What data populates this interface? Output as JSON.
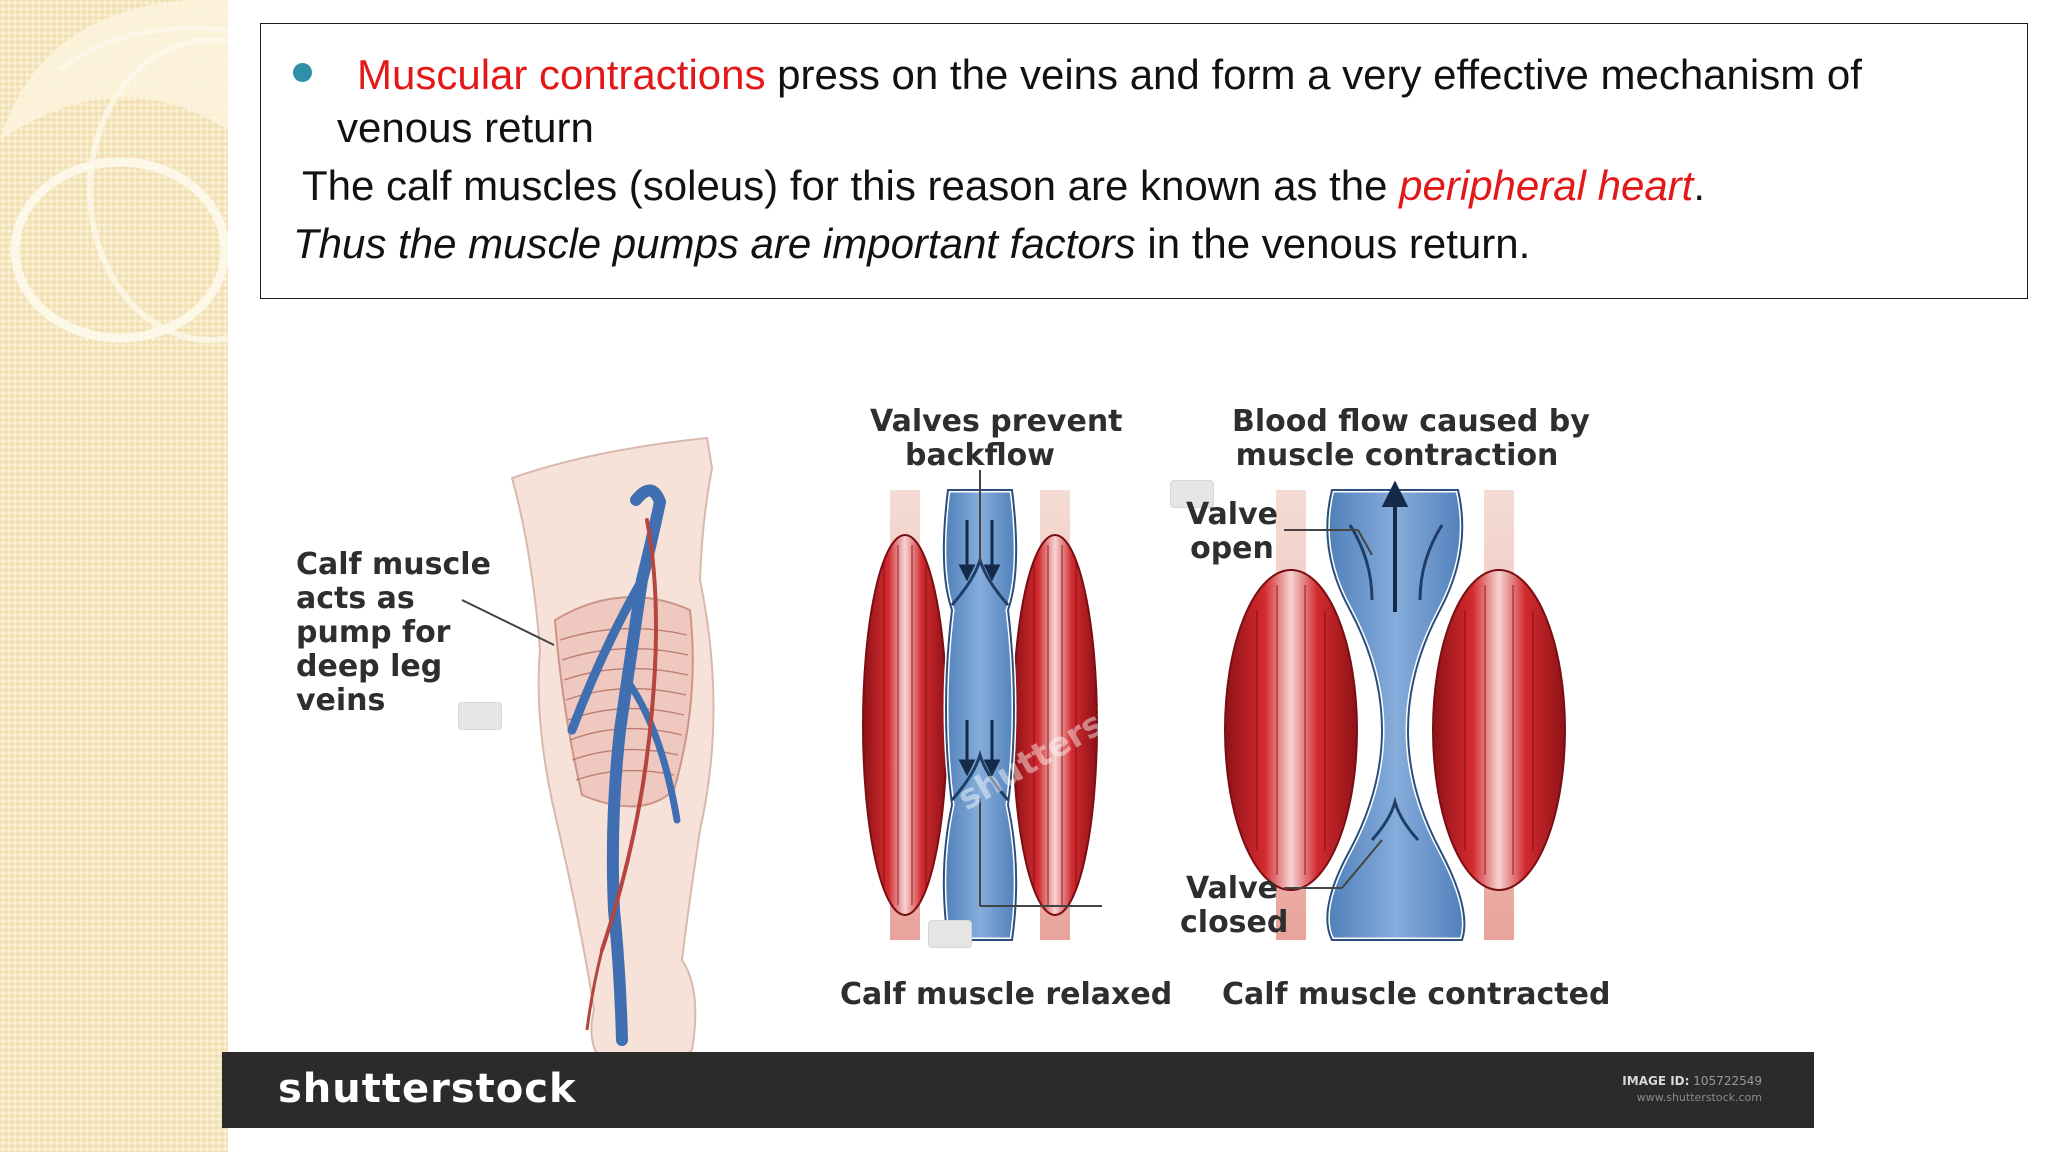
{
  "slide": {
    "line1": {
      "highlight": "Muscular contractions",
      "rest": " press on the veins and form a very effective mechanism of"
    },
    "line2": "venous return",
    "line3": {
      "before": "The calf muscles (soleus) for this reason are known as the ",
      "highlight": "peripheral heart",
      "after": "."
    },
    "line4": {
      "italic": "Thus the muscle pumps are important factors",
      "rest": " in the venous return."
    },
    "colors": {
      "highlight": "#e31818",
      "bullet": "#2f8fa8",
      "text": "#111111"
    }
  },
  "diagram": {
    "leg_label": [
      "Calf muscle",
      "acts as",
      "pump for",
      "deep leg",
      "veins"
    ],
    "valves_prevent_label": [
      "Valves prevent",
      "backflow"
    ],
    "blood_flow_label": [
      "Blood flow caused by",
      "muscle contraction"
    ],
    "valve_open_label": [
      "Valve",
      "open"
    ],
    "valve_closed_label": [
      "Valve",
      "closed"
    ],
    "relaxed_caption": "Calf muscle relaxed",
    "contracted_caption": "Calf muscle contracted",
    "watermark_text": "shutterstock",
    "colors": {
      "muscle": "#c8242a",
      "vein": "#6a98cf",
      "skin": "#f4dcd4"
    }
  },
  "footer": {
    "brand": "shutterstock",
    "image_id_label": "IMAGE ID:",
    "image_id": "105722549",
    "url": "www.shutterstock.com"
  }
}
